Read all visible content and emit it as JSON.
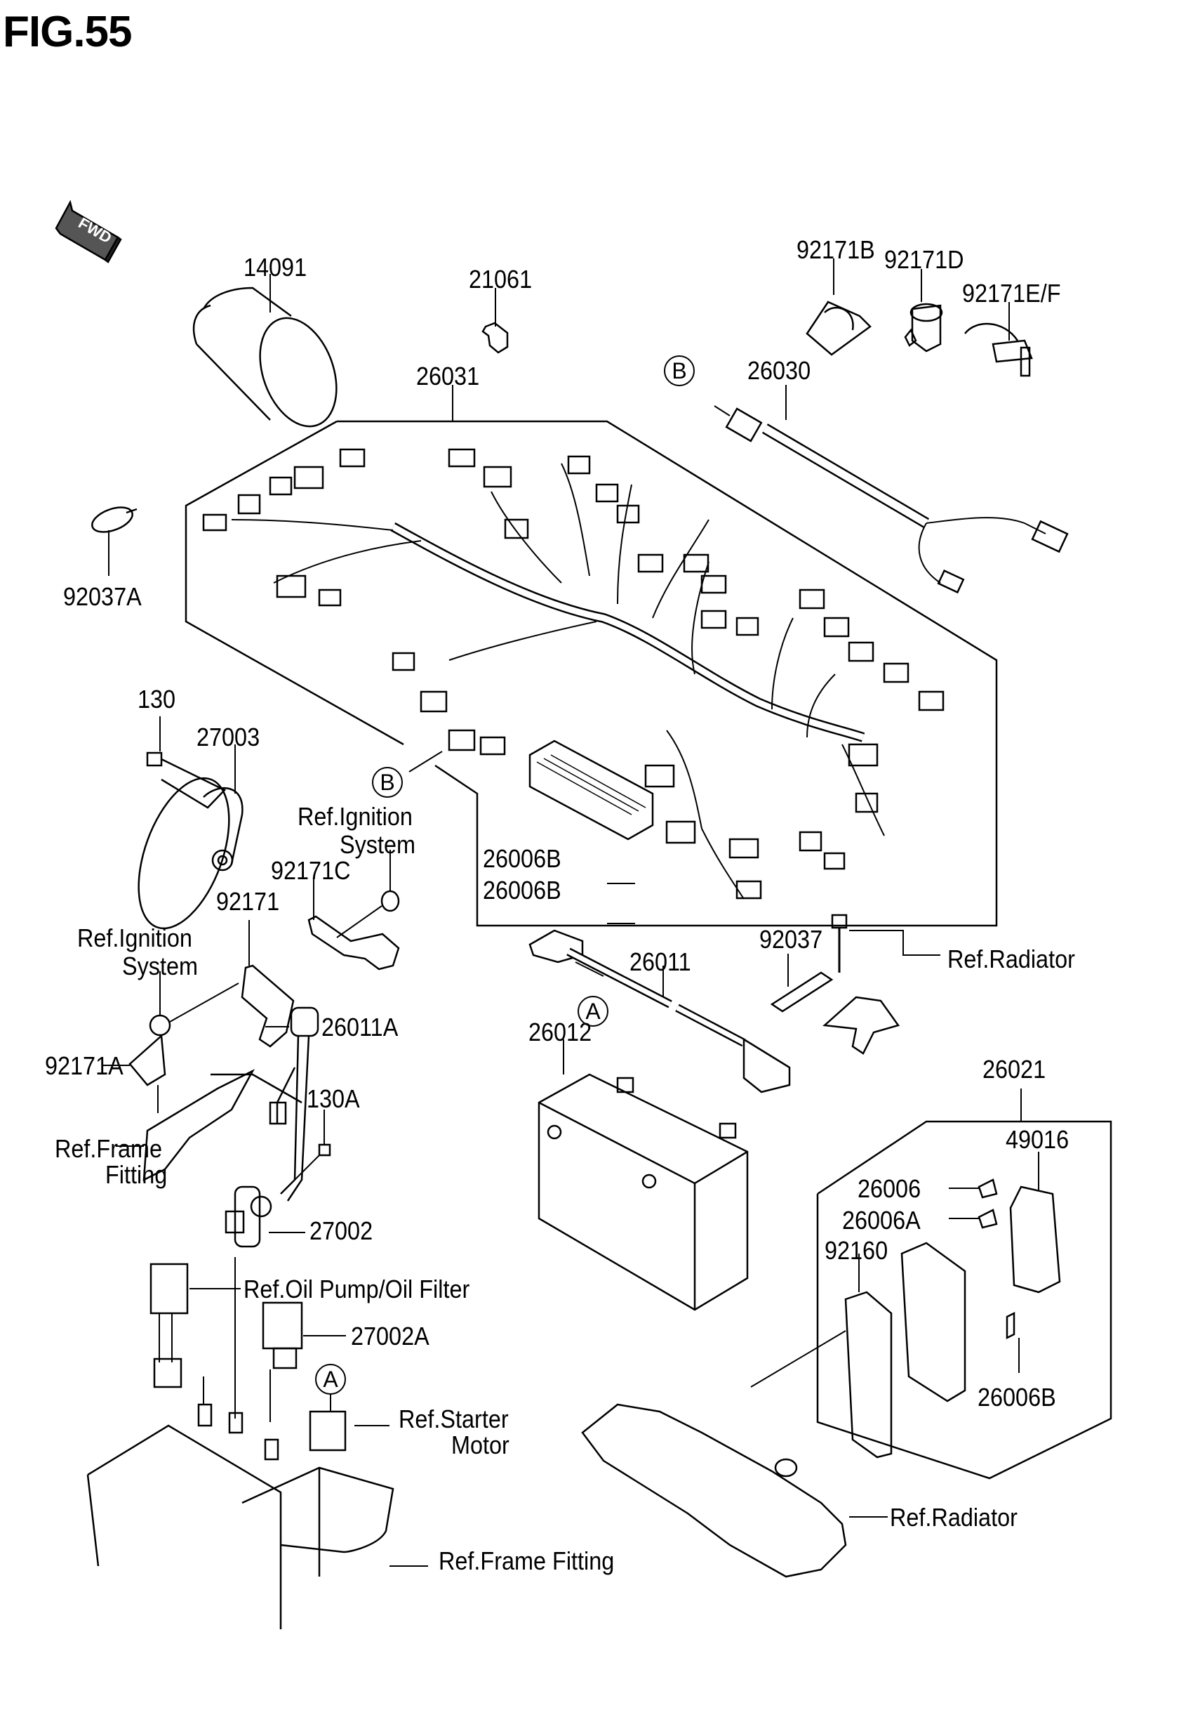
{
  "figure": {
    "title": "FIG.55",
    "direction_indicator": "FWD"
  },
  "callouts": {
    "ref_a_top": "A",
    "ref_a_starter": "A",
    "ref_b_harness": "B",
    "ref_b_subharness": "B"
  },
  "parts": [
    {
      "id": "p14091",
      "number": "14091"
    },
    {
      "id": "p21061",
      "number": "21061"
    },
    {
      "id": "p26031",
      "number": "26031"
    },
    {
      "id": "p26030",
      "number": "26030"
    },
    {
      "id": "p92171B",
      "number": "92171B"
    },
    {
      "id": "p92171D",
      "number": "92171D"
    },
    {
      "id": "p92171EF",
      "number": "92171E/F"
    },
    {
      "id": "p92037A",
      "number": "92037A"
    },
    {
      "id": "p130",
      "number": "130"
    },
    {
      "id": "p27003",
      "number": "27003"
    },
    {
      "id": "p92171C",
      "number": "92171C"
    },
    {
      "id": "p92171",
      "number": "92171"
    },
    {
      "id": "p26006B_1",
      "number": "26006B"
    },
    {
      "id": "p26006B_2",
      "number": "26006B"
    },
    {
      "id": "p92037",
      "number": "92037"
    },
    {
      "id": "p26011",
      "number": "26011"
    },
    {
      "id": "p26011A",
      "number": "26011A"
    },
    {
      "id": "p26012",
      "number": "26012"
    },
    {
      "id": "p130A",
      "number": "130A"
    },
    {
      "id": "p92171A",
      "number": "92171A"
    },
    {
      "id": "p27002",
      "number": "27002"
    },
    {
      "id": "p27002A",
      "number": "27002A"
    },
    {
      "id": "p26021",
      "number": "26021"
    },
    {
      "id": "p49016",
      "number": "49016"
    },
    {
      "id": "p26006",
      "number": "26006"
    },
    {
      "id": "p26006A",
      "number": "26006A"
    },
    {
      "id": "p92160",
      "number": "92160"
    },
    {
      "id": "p26006B_3",
      "number": "26006B"
    }
  ],
  "references": {
    "ignition_1_line1": "Ref.Ignition",
    "ignition_1_line2": "System",
    "ignition_2_line1": "Ref.Ignition",
    "ignition_2_line2": "System",
    "radiator_top": "Ref.Radiator",
    "radiator_bottom": "Ref.Radiator",
    "frame_fitting_1_line1": "Ref.Frame",
    "frame_fitting_1_line2": "Fitting",
    "frame_fitting_bottom": "Ref.Frame Fitting",
    "oil_pump": "Ref.Oil Pump/Oil Filter",
    "starter_line1": "Ref.Starter",
    "starter_line2": "Motor"
  }
}
